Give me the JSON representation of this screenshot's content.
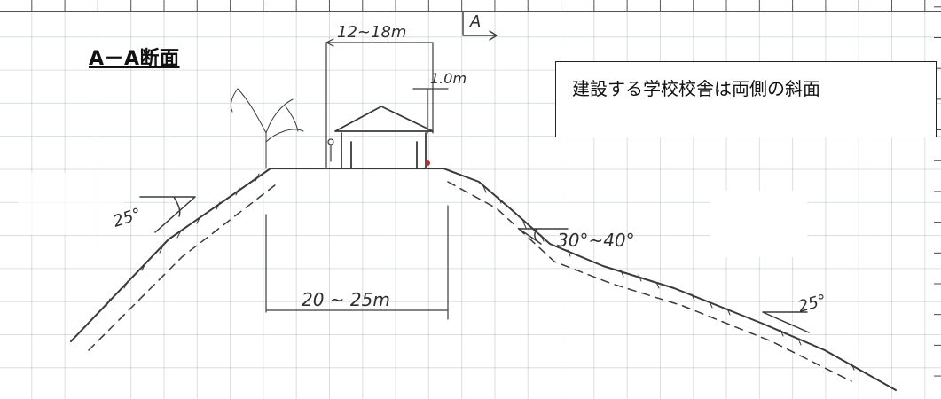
{
  "section_title": "A－A断面",
  "note_text": "建設する学校校舎は両側の斜面",
  "labels": {
    "top_width": "12~18m",
    "section_marker": "A",
    "eave_offset": "1.0m",
    "left_slope_angle": "25°",
    "right_slope_angle": "30°~40°",
    "base_width": "20 ~ 25m",
    "lower_slope_angle": "25°"
  },
  "colors": {
    "grid": "#a0aab4",
    "pen": "#3a3a3a",
    "text": "#111111"
  }
}
